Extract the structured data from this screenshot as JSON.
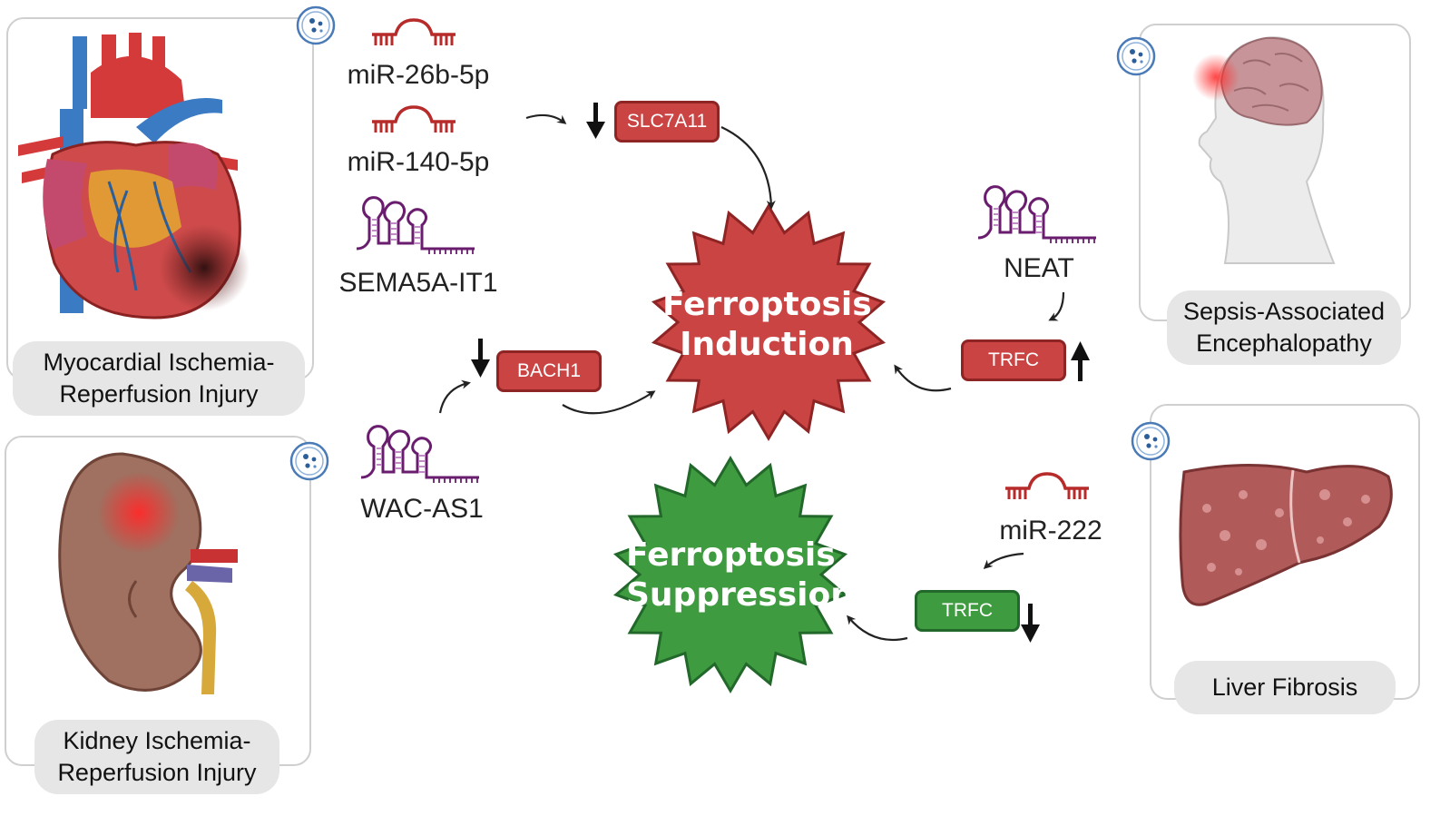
{
  "diseases": {
    "myocardial": {
      "line1": "Myocardial Ischemia-",
      "line2": "Reperfusion Injury"
    },
    "kidney": {
      "line1": "Kidney Ischemia-",
      "line2": "Reperfusion Injury"
    },
    "sepsis": {
      "line1": "Sepsis-Associated",
      "line2": "Encephalopathy"
    },
    "liver": {
      "line1": "Liver Fibrosis"
    }
  },
  "rnas": {
    "mir26b": "miR-26b-5p",
    "mir140": "miR-140-5p",
    "sema5a": "SEMA5A-IT1",
    "wacas1": "WAC-AS1",
    "neat": "NEAT",
    "mir222": "miR-222"
  },
  "targets": {
    "slc7a11": "SLC7A11",
    "bach1": "BACH1",
    "trfc_up": "TRFC",
    "trfc_down": "TRFC"
  },
  "outcomes": {
    "induction": {
      "line1": "Ferroptosis",
      "line2": "Induction"
    },
    "suppression": {
      "line1": "Ferroptosis",
      "line2": "Suppression"
    }
  },
  "icons": [
    "exosome-icon",
    "heart-icon",
    "kidney-icon",
    "brain-head-icon",
    "liver-icon",
    "mirna-icon",
    "lncrna-icon",
    "arrow-up-icon",
    "arrow-down-icon"
  ],
  "colors": {
    "induction_red": "#c94443",
    "suppression_green": "#3f9b3f",
    "rna_red": "#b72b2b",
    "lncrna_purple": "#6a1d6e"
  }
}
